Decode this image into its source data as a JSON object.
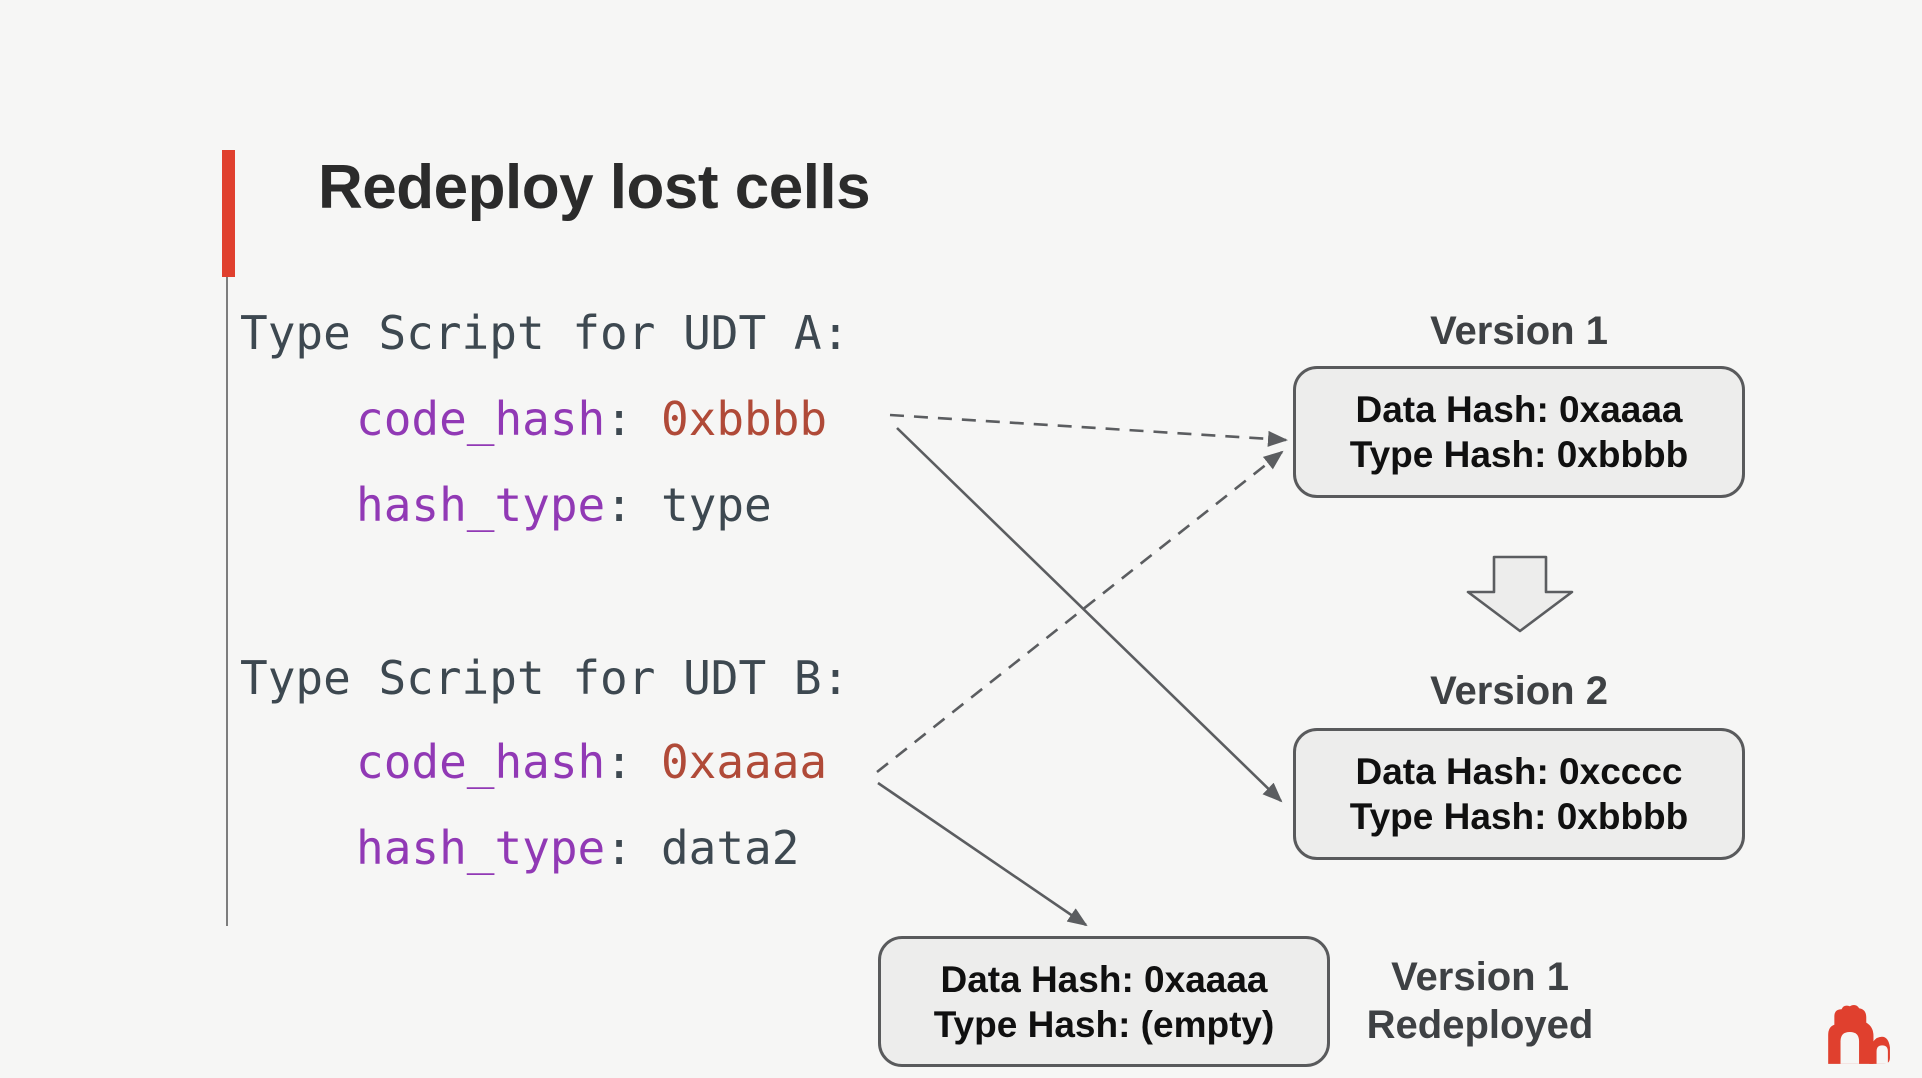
{
  "title": "Redeploy lost cells",
  "colors": {
    "accent": "#e0402e",
    "code_plain": "#3d4850",
    "code_key": "#9139b5",
    "code_value": "#b04a38",
    "arrow": "#5b5d60"
  },
  "code_block_a": {
    "header": "Type Script for UDT A:",
    "line1": {
      "key": "code_hash",
      "colon": ":",
      "value": "0xbbbb"
    },
    "line2": {
      "key": "hash_type",
      "colon": ":",
      "value": "type"
    }
  },
  "code_block_b": {
    "header": "Type Script for UDT B:",
    "line1": {
      "key": "code_hash",
      "colon": ":",
      "value": "0xaaaa"
    },
    "line2": {
      "key": "hash_type",
      "colon": ":",
      "value": "data2"
    }
  },
  "diagram": {
    "version1": {
      "label": "Version 1",
      "line1": "Data Hash: 0xaaaa",
      "line2": "Type Hash: 0xbbbb"
    },
    "version2": {
      "label": "Version 2",
      "line1": "Data Hash: 0xcccc",
      "line2": "Type Hash: 0xbbbb"
    },
    "redeployed": {
      "label_line1": "Version 1",
      "label_line2": "Redeployed",
      "line1": "Data Hash: 0xaaaa",
      "line2": "Type Hash: (empty)"
    }
  },
  "logo": {
    "name": "red-gorilla-mark"
  }
}
